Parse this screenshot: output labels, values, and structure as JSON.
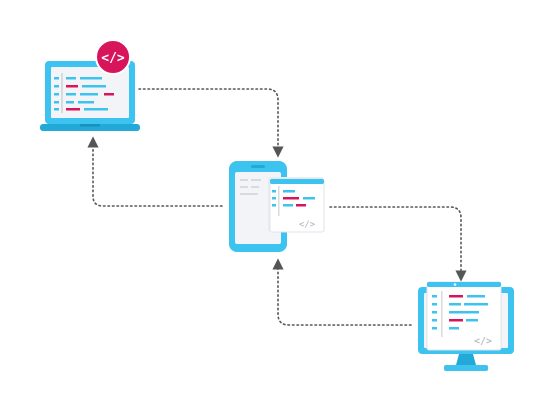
{
  "colors": {
    "device_blue": "#3cc3ef",
    "device_blue_dark": "#22a9d8",
    "screen_bg": "#f2f4f7",
    "code_line_blue": "#3cc3ef",
    "code_line_red": "#d8145a",
    "badge_red": "#d8145a",
    "connector_gray": "#555555",
    "tag_gray": "#b9bec6"
  },
  "nodes": [
    {
      "id": "laptop",
      "icon": "laptop-icon",
      "badge_icon": "code-tag-icon"
    },
    {
      "id": "phone",
      "icon": "smartphone-icon",
      "card_icon": "code-tag-icon"
    },
    {
      "id": "monitor",
      "icon": "monitor-icon",
      "card_icon": "code-tag-icon"
    }
  ],
  "edges": [
    {
      "from": "laptop",
      "to": "phone",
      "style": "dotted-arrow"
    },
    {
      "from": "phone",
      "to": "laptop",
      "style": "dotted-arrow"
    },
    {
      "from": "phone",
      "to": "monitor",
      "style": "dotted-arrow"
    },
    {
      "from": "monitor",
      "to": "phone",
      "style": "dotted-arrow"
    }
  ],
  "tags": {
    "laptop_badge": "</>",
    "phone_card": "</>",
    "monitor_card": "</>"
  }
}
